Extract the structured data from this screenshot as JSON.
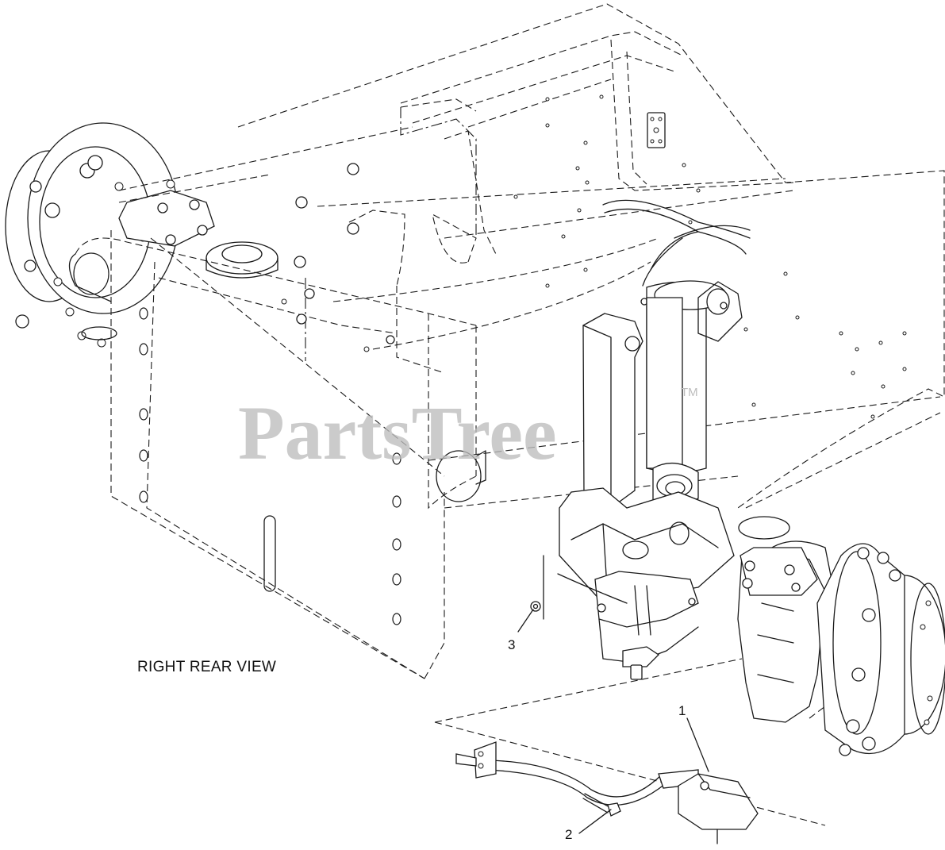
{
  "diagram": {
    "view_label": "RIGHT REAR VIEW",
    "watermark": "PartsTree",
    "watermark_mark": "TM",
    "callouts": [
      {
        "id": "callout-1",
        "number": "1"
      },
      {
        "id": "callout-2",
        "number": "2"
      },
      {
        "id": "callout-3",
        "number": "3"
      }
    ]
  }
}
